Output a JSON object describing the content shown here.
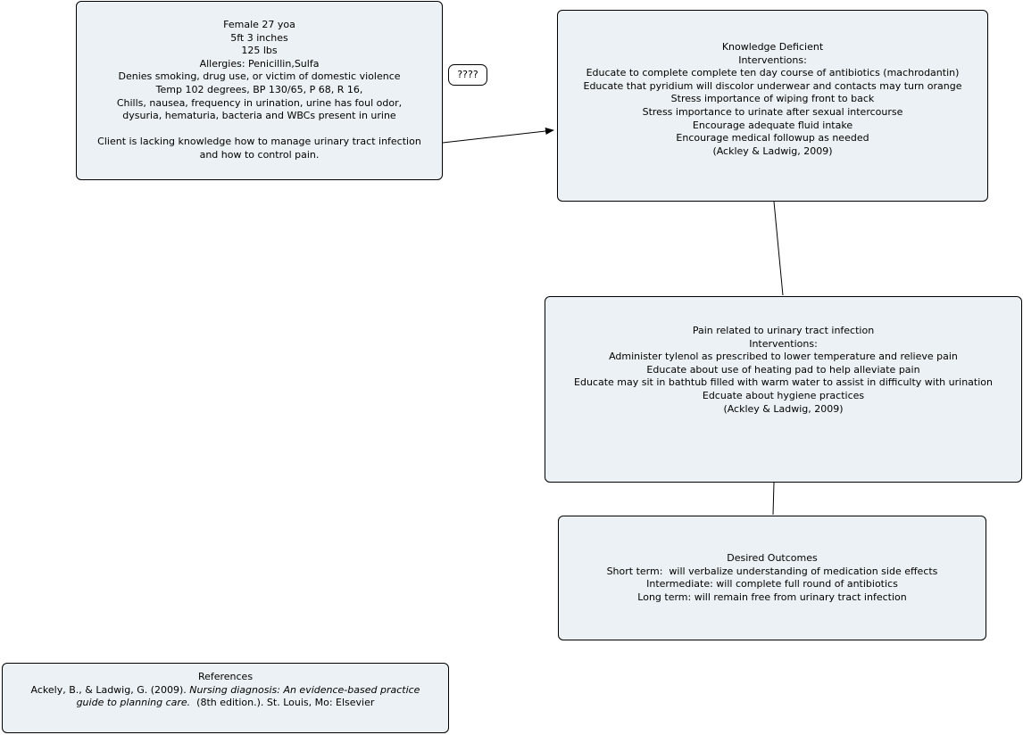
{
  "nodes": {
    "assessment": {
      "lines": [
        "Female 27 yoa",
        "5ft 3 inches",
        "125 lbs",
        "Allergies: Penicillin,Sulfa",
        "Denies smoking, drug use, or victim of domestic violence",
        "Temp 102 degrees, BP 130/65, P 68, R 16,",
        "Chills, nausea, frequency in urination, urine has foul odor,",
        "dysuria, hematuria, bacteria and WBCs present in urine"
      ],
      "summary": [
        "Client is lacking knowledge how to manage urinary tract infection",
        "and how to control pain."
      ]
    },
    "knowledge": {
      "lines": [
        "Knowledge Deficient",
        "Interventions:",
        "Educate to complete complete ten day course of antibiotics (machrodantin)",
        "Educate that pyridium will discolor underwear and contacts may turn orange",
        "Stress importance of wiping front to back",
        "Stress importance to urinate after sexual intercourse",
        "Encourage adequate fluid intake",
        "Encourage medical followup as needed",
        "(Ackley & Ladwig, 2009)"
      ]
    },
    "pain": {
      "lines": [
        "Pain related to urinary tract infection",
        "Interventions:",
        "Administer tylenol as prescribed to lower temperature and relieve pain",
        "Educate about use of heating pad to help alleviate pain",
        "Educate may sit in bathtub filled with warm water to assist in difficulty with urination",
        "Edcuate about hygiene practices",
        "(Ackley & Ladwig, 2009)"
      ]
    },
    "outcomes": {
      "lines": [
        "Desired Outcomes",
        "Short term:  will verbalize understanding of medication side effects",
        "Intermediate: will complete full round of antibiotics",
        "Long term: will remain free from urinary tract infection"
      ]
    },
    "references": {
      "title": "References",
      "line1_plain": "Ackely, B., & Ladwig, G. (2009). ",
      "line1_italic": "Nursing diagnosis: An evidence-based practice",
      "line2_italic": "guide to planning care.",
      "line2_plain": "  (8th edition.). St. Louis, Mo: Elsevier"
    }
  },
  "bubble": {
    "label": "????"
  },
  "colors": {
    "node_fill": "#ebf1f4",
    "border": "#000000"
  }
}
